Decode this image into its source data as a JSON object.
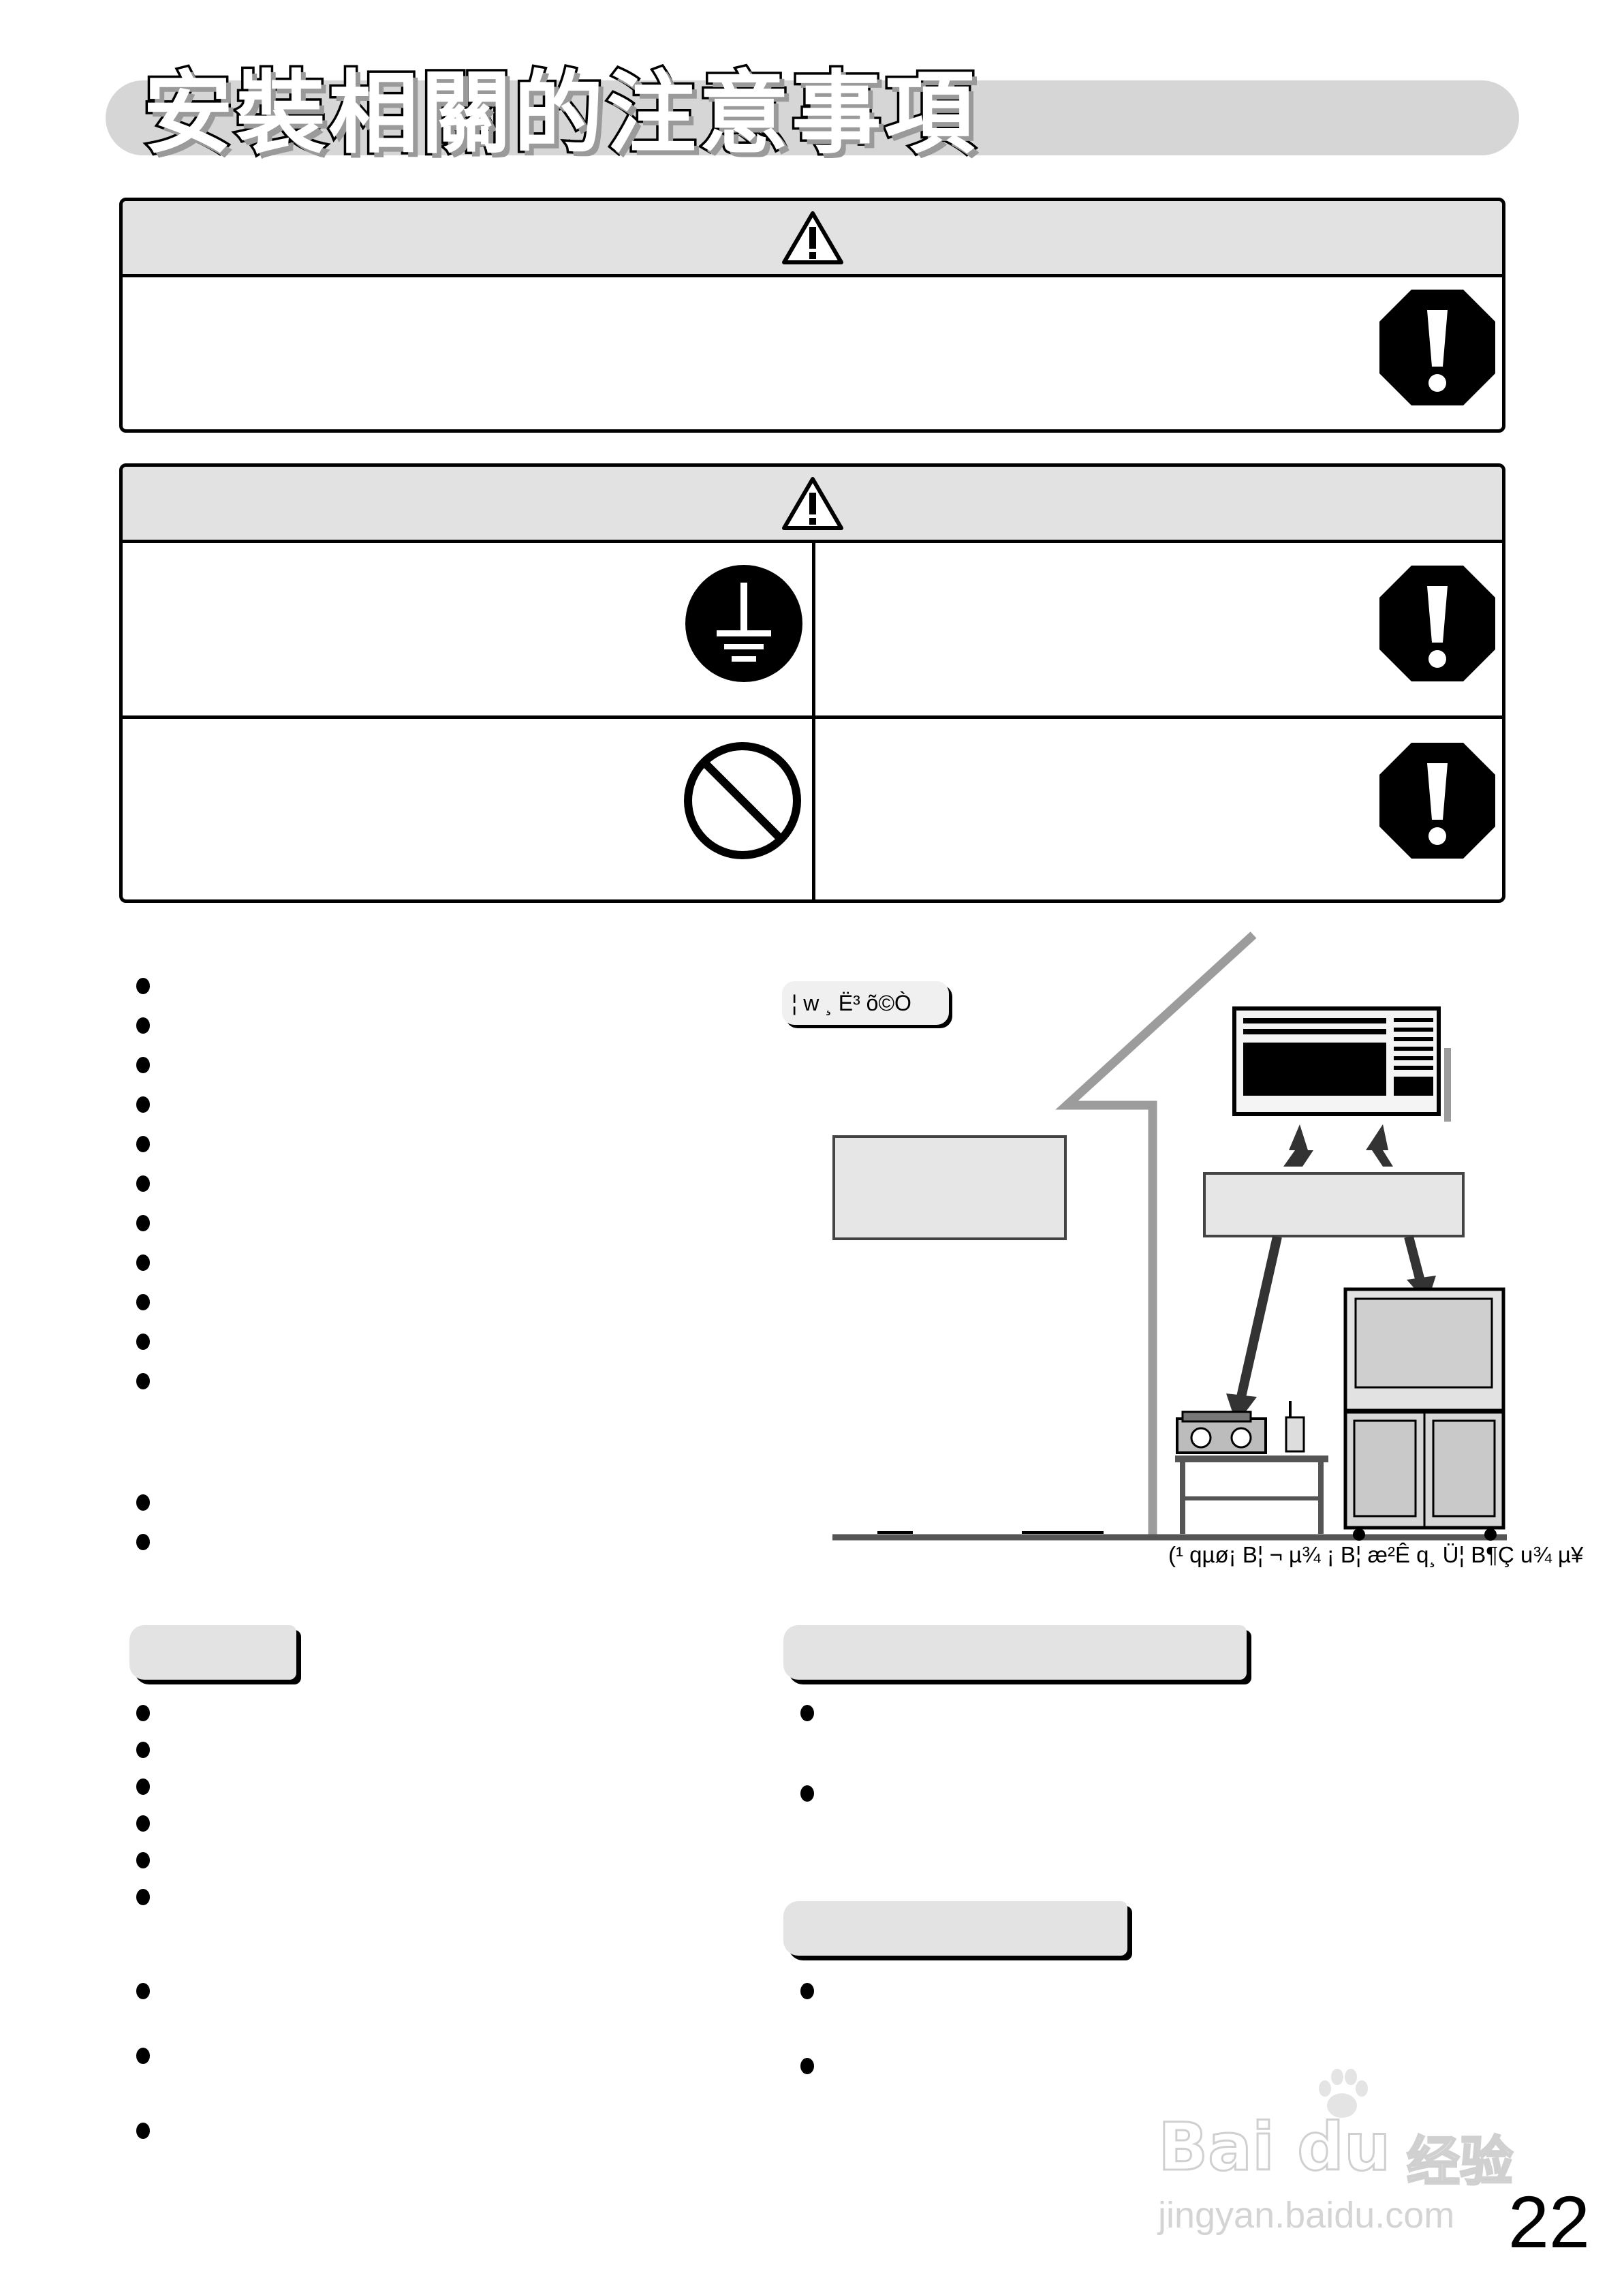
{
  "page": {
    "title": "安裝相關的注意事項",
    "page_number": "22"
  },
  "diagram": {
    "tab_label": "¦ w ¸ Ë³ õ©Ò",
    "caption": "(¹ qµø¡ B¦ ¬ µ¾ ¡ B¦ æ²Ê q¸ Ü¦ B¶Ç u¾ µ¥"
  },
  "watermark": {
    "brand": "Bai du",
    "brand_cn": "经验",
    "url": "jingyan.baidu.com"
  },
  "icons": {
    "warning_triangle": "warning-triangle-icon",
    "mandatory": "exclamation-circle-icon",
    "ground": "ground-symbol-icon",
    "prohibited": "prohibition-circle-icon"
  },
  "colors": {
    "title_bar": "#d6d6d6",
    "box_header": "#e2e2e2",
    "tab": "#e3e3e3"
  }
}
